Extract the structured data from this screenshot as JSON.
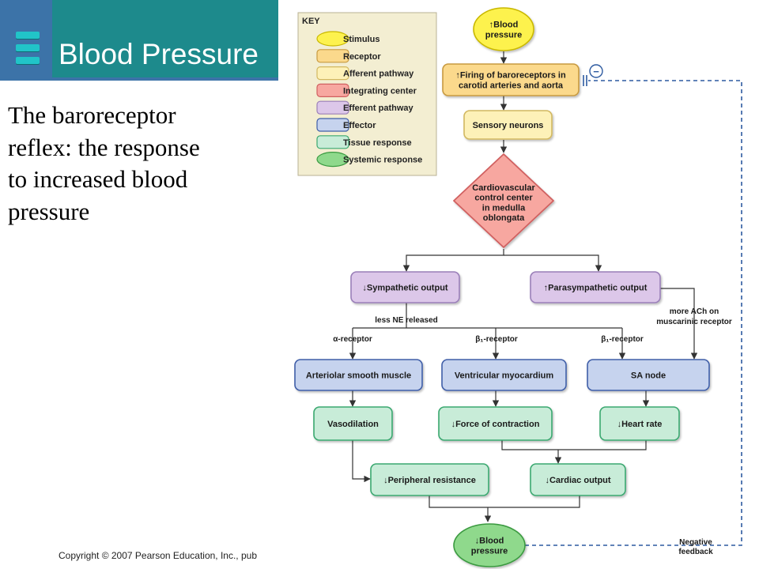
{
  "slide": {
    "title": "Blood Pressure",
    "description": "The baroreceptor reflex: the response to increased blood pressure",
    "copyright": "Copyright © 2007 Pearson Education, Inc., pub"
  },
  "legend": {
    "heading": "KEY",
    "items": [
      {
        "label": "Stimulus",
        "fill": "#fdf24e",
        "stroke": "#c9b800",
        "shape": "ellipse"
      },
      {
        "label": "Receptor",
        "fill": "#fbd98c",
        "stroke": "#c89a40",
        "shape": "rect"
      },
      {
        "label": "Afferent pathway",
        "fill": "#fdf1b8",
        "stroke": "#d2b860",
        "shape": "rect"
      },
      {
        "label": "Integrating center",
        "fill": "#f7a7a0",
        "stroke": "#d06060",
        "shape": "rect"
      },
      {
        "label": "Efferent pathway",
        "fill": "#dcc7e9",
        "stroke": "#9a7fb8",
        "shape": "rect"
      },
      {
        "label": "Effector",
        "fill": "#c6d3ee",
        "stroke": "#3f5ea8",
        "shape": "rect"
      },
      {
        "label": "Tissue response",
        "fill": "#c8ecd8",
        "stroke": "#3aa870",
        "shape": "rect"
      },
      {
        "label": "Systemic response",
        "fill": "#8fd98c",
        "stroke": "#3a9a40",
        "shape": "ellipse"
      }
    ]
  },
  "colors": {
    "header_bg": "#1d8a8c",
    "header_tab": "#3c73a8",
    "legend_bg": "#f3eed2",
    "arrow": "#333333",
    "feedback": "#2d5aa0"
  },
  "nodes": {
    "stimulus": [
      "↑Blood",
      "pressure"
    ],
    "receptor": [
      "↑Firing of baroreceptors in",
      "carotid arteries and aorta"
    ],
    "afferent": [
      "Sensory neurons"
    ],
    "integrating": [
      "Cardiovascular",
      "control center",
      "in medulla",
      "oblongata"
    ],
    "sympathetic": [
      "↓Sympathetic output"
    ],
    "parasympathetic": [
      "↑Parasympathetic output"
    ],
    "arteriolar": [
      "Arteriolar smooth muscle"
    ],
    "ventricular": [
      "Ventricular myocardium"
    ],
    "sa_node": [
      "SA node"
    ],
    "vasodilation": [
      "Vasodilation"
    ],
    "force": [
      "↓Force of contraction"
    ],
    "heart_rate": [
      "↓Heart rate"
    ],
    "peripheral": [
      "↓Peripheral resistance"
    ],
    "cardiac": [
      "↓Cardiac output"
    ],
    "systemic": [
      "↓Blood",
      "pressure"
    ]
  },
  "labels": {
    "less_ne": "less NE released",
    "alpha_receptor": "α-receptor",
    "beta1_receptor_a": "β₁-receptor",
    "beta1_receptor_b": "β₁-receptor",
    "more_ach": [
      "more ACh on",
      "muscarinic receptor"
    ],
    "negative_feedback": [
      "Negative",
      "feedback"
    ],
    "inhibit_symbol": "−"
  }
}
